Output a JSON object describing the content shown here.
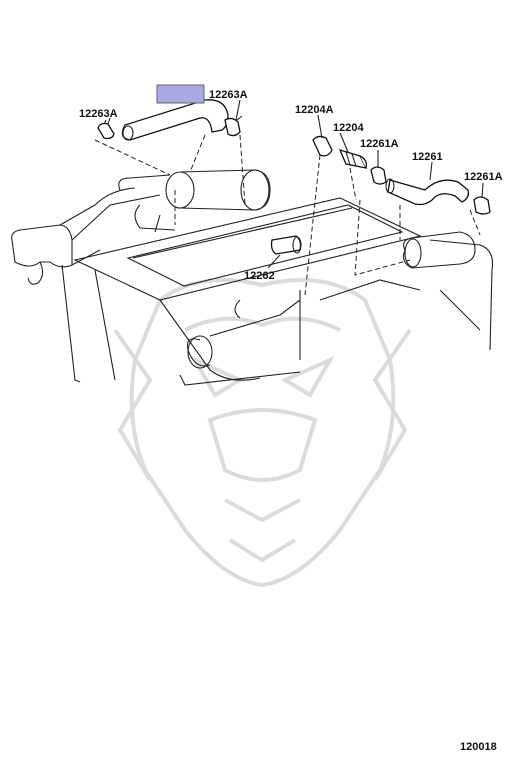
{
  "diagram": {
    "highlight_color": "#a9a9e4",
    "watermark": "samurai-mask",
    "callouts": [
      {
        "id": "12263A_left",
        "text": "12263A"
      },
      {
        "id": "12263A_top",
        "text": "12263A"
      },
      {
        "id": "12204A",
        "text": "12204A"
      },
      {
        "id": "12204",
        "text": "12204"
      },
      {
        "id": "12261A_mid",
        "text": "12261A"
      },
      {
        "id": "12261",
        "text": "12261"
      },
      {
        "id": "12261A_right",
        "text": "12261A"
      },
      {
        "id": "12262",
        "text": "12262"
      }
    ],
    "diagram_code": "120018"
  }
}
